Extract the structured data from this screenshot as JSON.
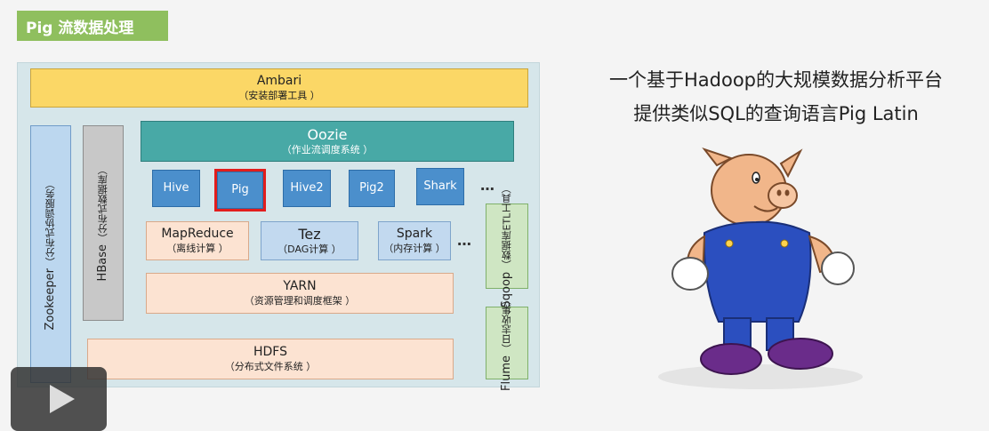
{
  "title": "Pig 流数据处理",
  "headline": {
    "line1": "一个基于Hadoop的大规模数据分析平台",
    "line2": "提供类似SQL的查询语言Pig Latin"
  },
  "diagram": {
    "ambari": {
      "name": "Ambari",
      "desc": "（安装部署工具 ）"
    },
    "oozie": {
      "name": "Oozie",
      "desc": "（作业流调度系统 ）"
    },
    "languages": [
      "Hive",
      "Pig",
      "Hive2",
      "Pig2",
      "Shark"
    ],
    "languages_more": "…",
    "mapreduce": {
      "name": "MapReduce",
      "desc": "（离线计算 ）"
    },
    "tez": {
      "name": "Tez",
      "desc": "（DAG计算 ）"
    },
    "spark": {
      "name": "Spark",
      "desc": "（内存计算 ）"
    },
    "engines_more": "…",
    "yarn": {
      "name": "YARN",
      "desc": "（资源管理和调度框架 ）"
    },
    "hdfs": {
      "name": "HDFS",
      "desc": "（分布式文件系统 ）"
    },
    "zookeeper": {
      "name": "Zookeeper",
      "desc": "（分布式协调服务）"
    },
    "hbase": {
      "name": "HBase",
      "desc": "（分布式数据库）"
    },
    "sqoop": {
      "name": "Sqoop",
      "desc": "（数据库ETL工具）"
    },
    "flume": {
      "name": "Flume",
      "desc": "（日志收集）"
    }
  },
  "colors": {
    "banner": "#8fbf5e",
    "highlight": "#e21d1d",
    "oozie": "#48a9a6",
    "ambari": "#fbd766"
  },
  "icons": [
    "pig-mascot-icon",
    "play-icon"
  ]
}
